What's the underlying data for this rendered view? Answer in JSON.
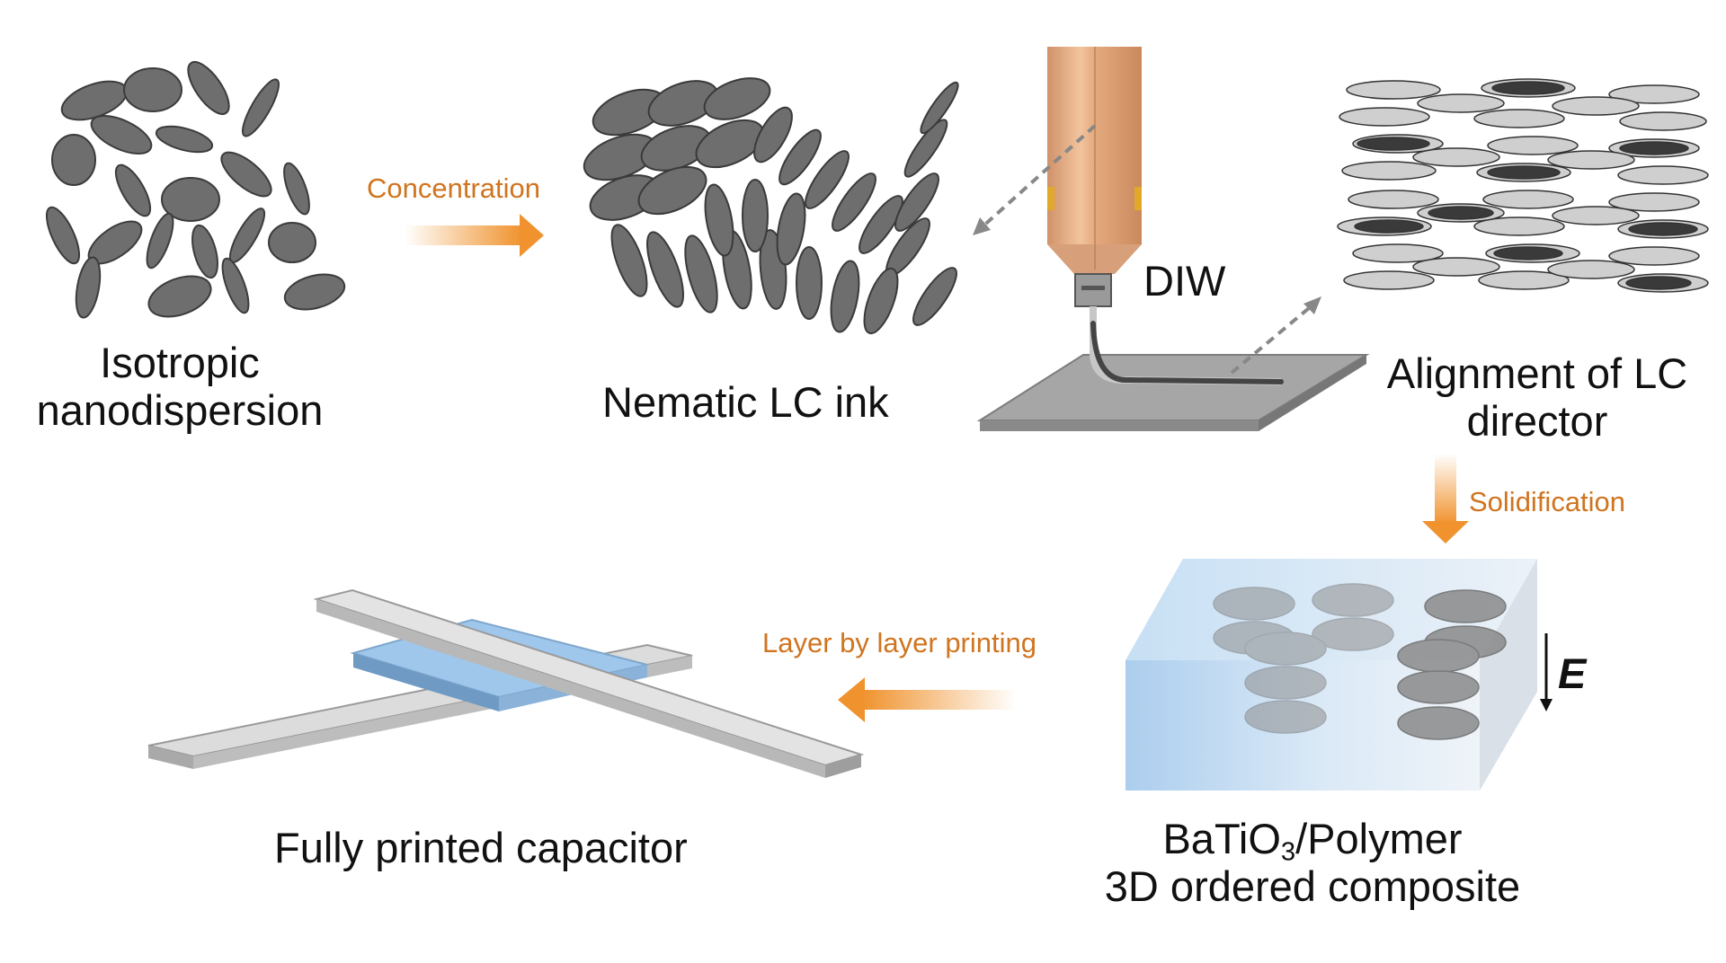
{
  "labels": {
    "isotropic_1": "Isotropic",
    "isotropic_2": "nanodispersion",
    "nematic": "Nematic LC ink",
    "diw": "DIW",
    "alignment_1": "Alignment of LC",
    "alignment_2": "director",
    "composite_1_pre": "BaTiO",
    "composite_1_sub": "3",
    "composite_1_post": "/Polymer",
    "composite_2": "3D ordered composite",
    "capacitor": "Fully printed capacitor",
    "field": "E"
  },
  "steps": {
    "concentration": "Concentration",
    "solidification": "Solidification",
    "layer_printing": "Layer by layer printing"
  },
  "colors": {
    "step_text": "#d0741f",
    "arrow_orange": "#f0932f",
    "disk_gray": "#6e6e6e",
    "nozzle": "#e0a97a",
    "composite_blue": "#a9ccec",
    "dielectric_blue": "#9fc7ec",
    "electrode_gray": "#c8c8c8"
  }
}
